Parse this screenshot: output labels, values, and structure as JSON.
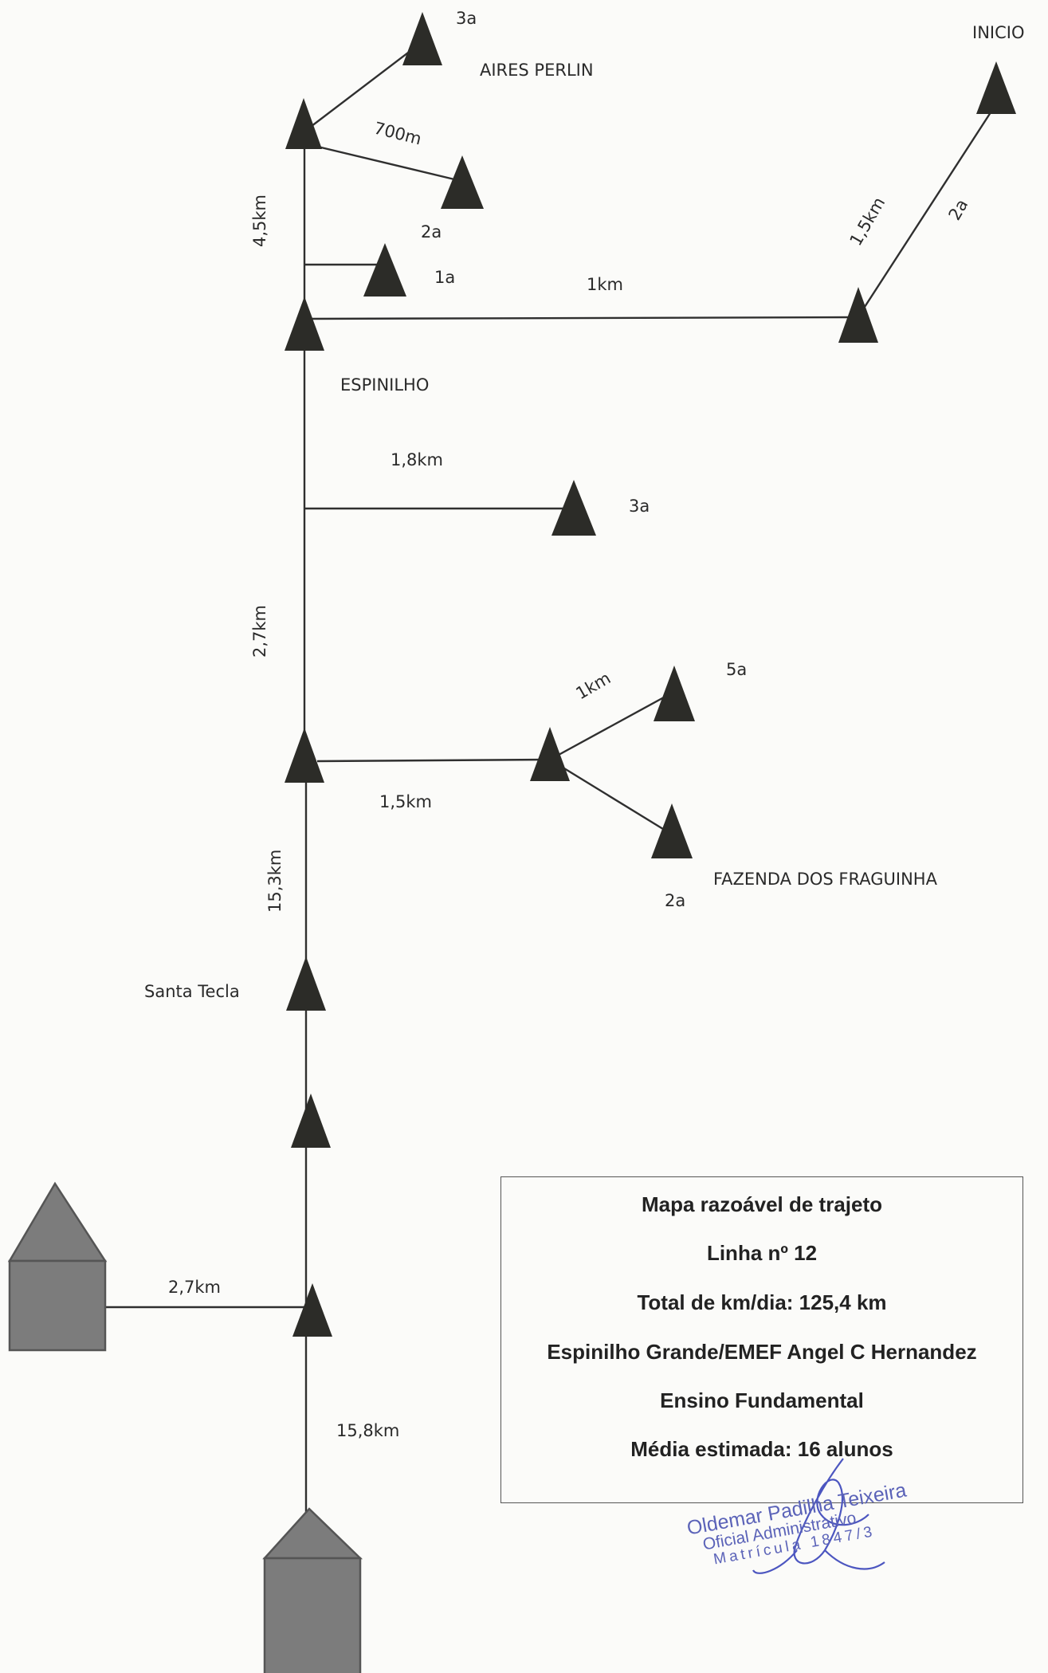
{
  "places": {
    "inicio": "INICIO",
    "aires_perlin": "AIRES PERLIN",
    "espinilho": "ESPINILHO",
    "fazenda": "FAZENDA DOS FRAGUINHA",
    "santa_tecla": "Santa Tecla"
  },
  "distances": {
    "d_4_5": "4,5km",
    "d_700": "700m",
    "d_1_5_top": "1,5km",
    "d_1_top": "1km",
    "d_1_8": "1,8km",
    "d_2_7_vert": "2,7km",
    "d_1_branch": "1km",
    "d_1_5_mid": "1,5km",
    "d_15_3": "15,3km",
    "d_2_7_house": "2,7km",
    "d_15_8": "15,8km"
  },
  "stops": {
    "s_3a_top": "3a",
    "s_2a_top": "2a",
    "s_1a": "1a",
    "s_2a_right": "2a",
    "s_3a_mid": "3a",
    "s_5a": "5a",
    "s_2a_bottom": "2a"
  },
  "info_box": {
    "title": "Mapa razoável de trajeto",
    "line": "Linha nº 12",
    "total": "Total de km/dia: 125,4 km",
    "school": "Espinilho Grande/EMEF Angel C Hernandez",
    "level": "Ensino Fundamental",
    "average": "Média estimada: 16 alunos"
  },
  "stamp": {
    "name": "Oldemar Padilha Teixeira",
    "role": "Oficial Administrativo",
    "registration": "Matrícula 1847/3"
  },
  "colors": {
    "marker": "#2c2c28",
    "house": "#7c7c7c",
    "stamp_ink": "#5b63b8"
  }
}
